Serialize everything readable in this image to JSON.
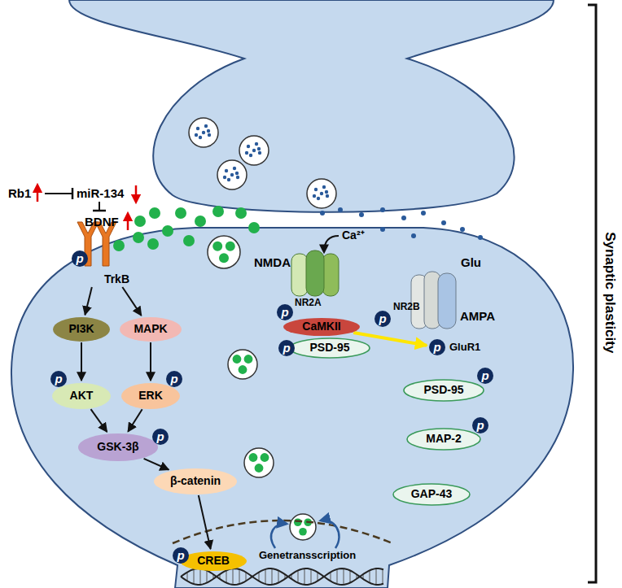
{
  "diagram": {
    "nodes": [
      {
        "text": [
          "TrkB"
        ]
      },
      {
        "text": [
          "PI3K"
        ]
      },
      {
        "text": [
          "MAPK"
        ]
      },
      {
        "text": [
          "AKT"
        ]
      },
      {
        "text": [
          "ERK"
        ]
      },
      {
        "text": [
          "GSK-3β"
        ]
      },
      {
        "text": [
          "β-catenin"
        ]
      },
      {
        "text": [
          "CREB"
        ]
      },
      {
        "text": [
          "CaMKII"
        ]
      },
      {
        "text": [
          "PSD-95"
        ]
      },
      {
        "text": [
          "PSD-95"
        ]
      },
      {
        "text": [
          "MAP-2"
        ]
      },
      {
        "text": [
          "GAP-43"
        ]
      },
      {
        "text": [
          "p"
        ]
      },
      {
        "text": [
          "p"
        ]
      },
      {
        "text": [
          "p"
        ]
      },
      {
        "text": [
          "p"
        ]
      },
      {
        "text": [
          "p"
        ]
      },
      {
        "text": [
          "p"
        ]
      },
      {
        "text": [
          "p"
        ]
      },
      {
        "text": [
          "p"
        ]
      },
      {
        "text": [
          "p"
        ]
      },
      {
        "text": [
          "p"
        ]
      },
      {
        "text": [
          "p"
        ]
      }
    ],
    "edges": [
      {
        "from": 0,
        "to": 1,
        "arrow": "to"
      },
      {
        "from": 0,
        "to": 2,
        "arrow": "to"
      },
      {
        "from": 1,
        "to": 3,
        "arrow": "to"
      },
      {
        "from": 2,
        "to": 4,
        "arrow": "to"
      },
      {
        "from": 3,
        "to": 5,
        "arrow": "to"
      },
      {
        "from": 4,
        "to": 5,
        "arrow": "to"
      },
      {
        "from": 5,
        "to": 6,
        "arrow": "to"
      },
      {
        "from": 6,
        "to": 7,
        "arrow": "to"
      },
      {
        "from": 8,
        "to": 21,
        "arrow": "to"
      }
    ],
    "labels": [
      "Rb1",
      "miR-134",
      "BDNF",
      "NMDA",
      "Ca²⁺",
      "Glu",
      "NR2A",
      "NR2B",
      "AMPA",
      "GluR1",
      "Genetransscription",
      "Synaptic plasticity"
    ]
  }
}
